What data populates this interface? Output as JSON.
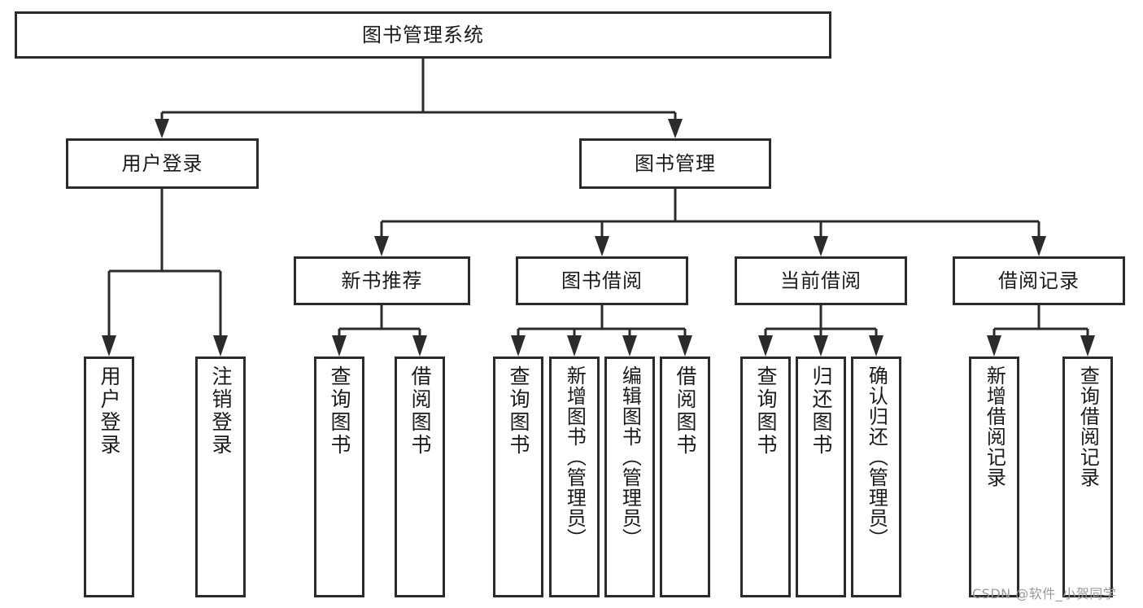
{
  "diagram": {
    "title": "图书管理系统",
    "type": "tree",
    "root": {
      "label": "图书管理系统"
    },
    "level2": [
      {
        "label": "用户登录"
      },
      {
        "label": "图书管理"
      }
    ],
    "level3": [
      {
        "label": "新书推荐"
      },
      {
        "label": "图书借阅"
      },
      {
        "label": "当前借阅"
      },
      {
        "label": "借阅记录"
      }
    ],
    "leaves": {
      "user_login": [
        {
          "label": "用户登录"
        },
        {
          "label": "注销登录"
        }
      ],
      "new_book": [
        {
          "label": "查询图书"
        },
        {
          "label": "借阅图书"
        }
      ],
      "borrow_book": [
        {
          "label": "查询图书"
        },
        {
          "label": "新增图书（管理员）"
        },
        {
          "label": "编辑图书（管理员）"
        },
        {
          "label": "借阅图书"
        }
      ],
      "current_borrow": [
        {
          "label": "查询图书"
        },
        {
          "label": "归还图书"
        },
        {
          "label": "确认归还（管理员）"
        }
      ],
      "borrow_record": [
        {
          "label": "新增借阅记录"
        },
        {
          "label": "查询借阅记录"
        }
      ]
    }
  },
  "watermark": {
    "text": "CSDN @软件_小贺同学"
  },
  "colors": {
    "stroke": "#2b2b2b",
    "background": "#ffffff",
    "text": "#1a1a1a",
    "watermark": "#9a9a9a"
  }
}
